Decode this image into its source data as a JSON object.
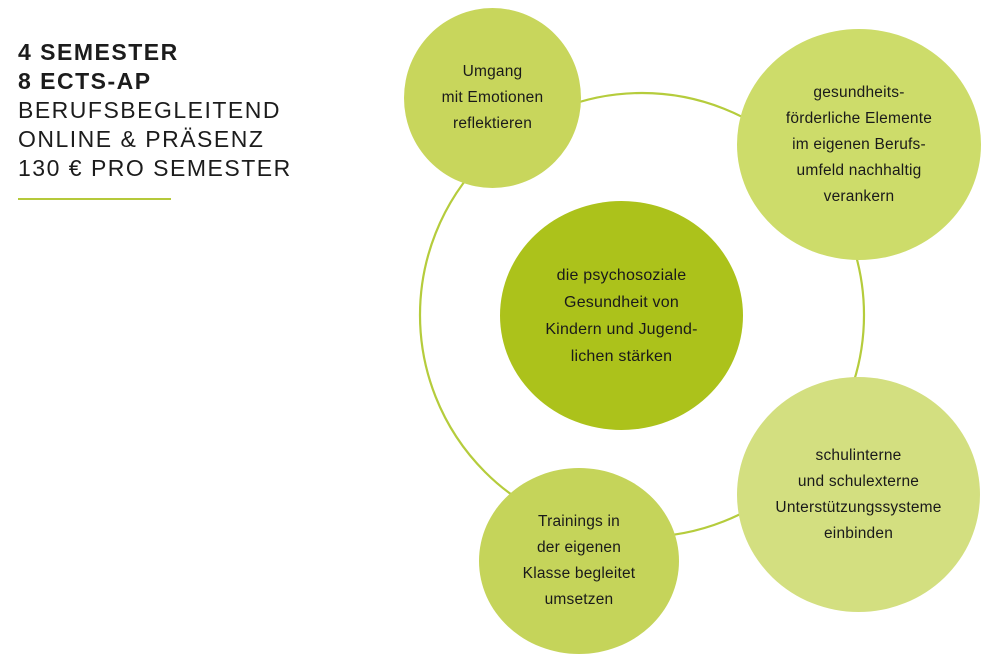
{
  "info": {
    "lines": [
      {
        "text": "4 SEMESTER",
        "weight": "bold"
      },
      {
        "text": "8 ECTS-AP",
        "weight": "bold"
      },
      {
        "text": "BERUFSBEGLEITEND",
        "weight": "light"
      },
      {
        "text": "ONLINE & PRÄSENZ",
        "weight": "light"
      },
      {
        "text": "130 € PRO SEMESTER",
        "weight": "light"
      }
    ]
  },
  "colors": {
    "accent_line": "#b5c93a",
    "ring": "#b5cc3c",
    "center_fill": "#acc21b",
    "outer_fill_1": "#c8d65c",
    "outer_fill_2": "#cddc6a",
    "outer_fill_3": "#d3df80",
    "outer_fill_4": "#c5d45a"
  },
  "diagram": {
    "center": {
      "text": "die psychosoziale\nGesundheit von\nKindern und Jugend-\nlichen stärken"
    },
    "bubbles": [
      {
        "id": "emotions",
        "text": "Umgang\nmit Emotionen\nreflektieren"
      },
      {
        "id": "health",
        "text": "gesundheits-\nförderliche Elemente\nim eigenen Berufs-\numfeld nachhaltig\nverankern"
      },
      {
        "id": "support",
        "text": "schulinterne\nund schulexterne\nUnterstützungssysteme\neinbinden"
      },
      {
        "id": "trainings",
        "text": "Trainings in\nder eigenen\nKlasse begleitet\numsetzen"
      }
    ]
  }
}
